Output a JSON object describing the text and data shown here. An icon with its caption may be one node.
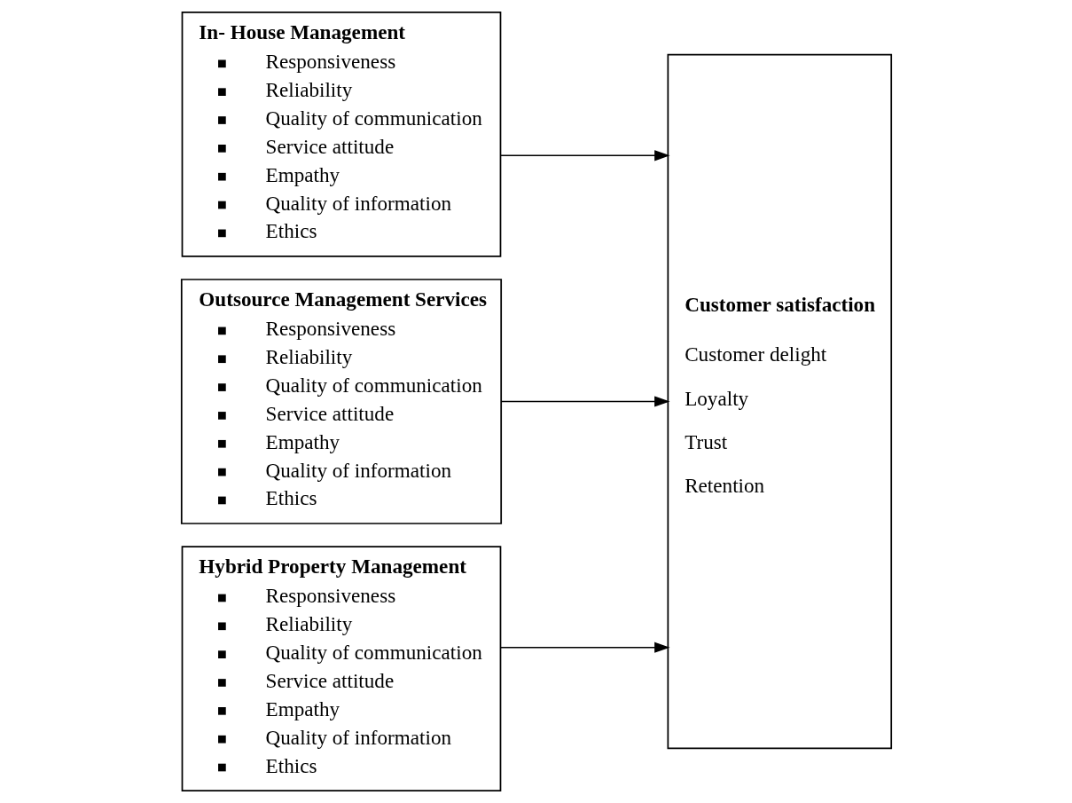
{
  "diagram": {
    "nodes": [
      {
        "text": [
          "In- House Management",
          "Responsiveness",
          "Reliability",
          "Quality of communication",
          "Service attitude",
          "Empathy",
          "Quality of information",
          "Ethics"
        ]
      },
      {
        "text": [
          "Outsource Management Services",
          "Responsiveness",
          "Reliability",
          "Quality of communication",
          "Service attitude",
          "Empathy",
          "Quality of information",
          "Ethics"
        ]
      },
      {
        "text": [
          "Hybrid Property Management",
          "Responsiveness",
          "Reliability",
          "Quality of communication",
          "Service attitude",
          "Empathy",
          "Quality of information",
          "Ethics"
        ]
      },
      {
        "text": [
          "Customer satisfaction",
          "Customer delight",
          "Loyalty",
          "Trust",
          "Retention"
        ]
      }
    ],
    "edges": [
      {
        "from": 0,
        "to": 3,
        "arrow": "to"
      },
      {
        "from": 1,
        "to": 3,
        "arrow": "to"
      },
      {
        "from": 2,
        "to": 3,
        "arrow": "to"
      }
    ]
  }
}
